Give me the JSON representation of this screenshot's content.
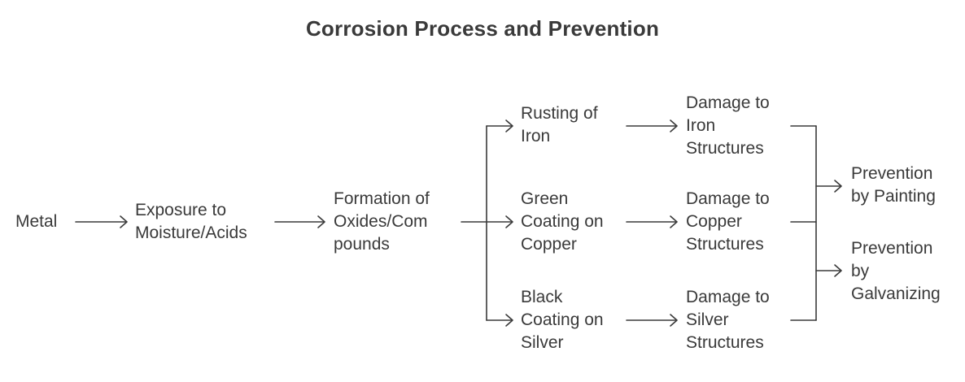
{
  "title": "Corrosion Process and Prevention",
  "nodes": {
    "metal": [
      "Metal"
    ],
    "exposure": [
      "Exposure to",
      "Moisture/Acids"
    ],
    "formation": [
      "Formation of",
      "Oxides/Com",
      "pounds"
    ],
    "rusting": [
      "Rusting of",
      "Iron"
    ],
    "green": [
      "Green",
      "Coating on",
      "Copper"
    ],
    "black": [
      "Black",
      "Coating on",
      "Silver"
    ],
    "damage_iron": [
      "Damage to",
      "Iron",
      "Structures"
    ],
    "damage_copper": [
      "Damage to",
      "Copper",
      "Structures"
    ],
    "damage_silver": [
      "Damage to",
      "Silver",
      "Structures"
    ],
    "painting": [
      "Prevention",
      "by Painting"
    ],
    "galvanizing": [
      "Prevention",
      "by",
      "Galvanizing"
    ]
  },
  "colors": {
    "text": "#3a3a3a",
    "line": "#3a3a3a",
    "background": "#ffffff"
  }
}
